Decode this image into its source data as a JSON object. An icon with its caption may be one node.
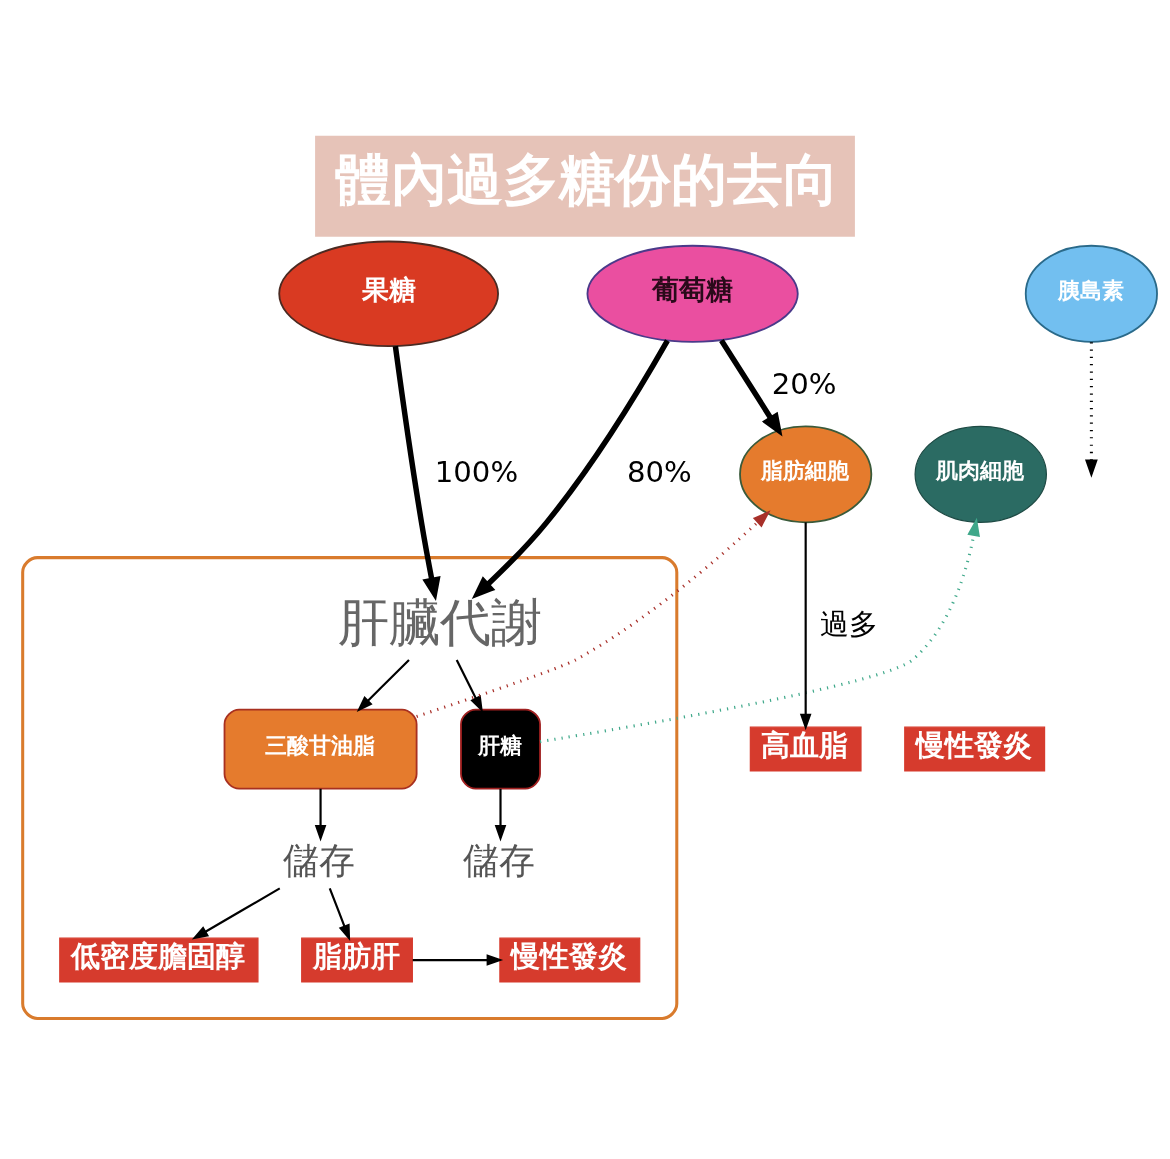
{
  "diagram": {
    "title": "體內過多糖份的去向",
    "nodes": [
      {
        "text": [
          "果糖"
        ]
      },
      {
        "text": [
          "葡萄糖"
        ]
      },
      {
        "text": [
          "胰島素"
        ]
      },
      {
        "text": [],
        "shape": "box"
      },
      {
        "text": [
          "肝臟代謝"
        ],
        "in": 3
      },
      {
        "text": [
          "三酸甘油脂"
        ],
        "in": 3
      },
      {
        "text": [
          "肝糖"
        ],
        "in": 3
      },
      {
        "text": [
          "儲存"
        ],
        "in": 3
      },
      {
        "text": [
          "儲存"
        ],
        "in": 3
      },
      {
        "text": [
          "低密度膽固醇"
        ],
        "in": 3
      },
      {
        "text": [
          "脂肪肝"
        ],
        "in": 3
      },
      {
        "text": [
          "慢性發炎"
        ],
        "in": 3
      },
      {
        "text": [
          "肌肉細胞"
        ]
      },
      {
        "text": [
          "脂肪細胞"
        ]
      },
      {
        "text": [
          "高血脂"
        ]
      },
      {
        "text": [
          "慢性發炎"
        ]
      }
    ],
    "edges": [
      {
        "from": 0,
        "to": 4,
        "arrow": "to",
        "label": "100%",
        "style": "thick"
      },
      {
        "from": 1,
        "to": 4,
        "arrow": "to",
        "label": "80%",
        "style": "thick"
      },
      {
        "from": 1,
        "to": 13,
        "arrow": "to",
        "label": "20%",
        "style": "thick"
      },
      {
        "from": 2,
        "to": null,
        "arrow": "to",
        "style": "dashed"
      },
      {
        "from": 4,
        "to": 5,
        "arrow": "to"
      },
      {
        "from": 4,
        "to": 6,
        "arrow": "to"
      },
      {
        "from": 6,
        "to": 12,
        "arrow": "to",
        "style": "dashed",
        "color": "#3fa88a"
      },
      {
        "from": 5,
        "to": 13,
        "arrow": "to",
        "style": "dashed",
        "color": "#a8302a"
      },
      {
        "from": 5,
        "to": 7,
        "arrow": "to"
      },
      {
        "from": 6,
        "to": 8,
        "arrow": "to"
      },
      {
        "from": 7,
        "to": 9,
        "arrow": "to"
      },
      {
        "from": 7,
        "to": 10,
        "arrow": "to"
      },
      {
        "from": 10,
        "to": 11,
        "arrow": "to"
      },
      {
        "from": 13,
        "to": 14,
        "arrow": "to",
        "label": "過多"
      }
    ]
  }
}
